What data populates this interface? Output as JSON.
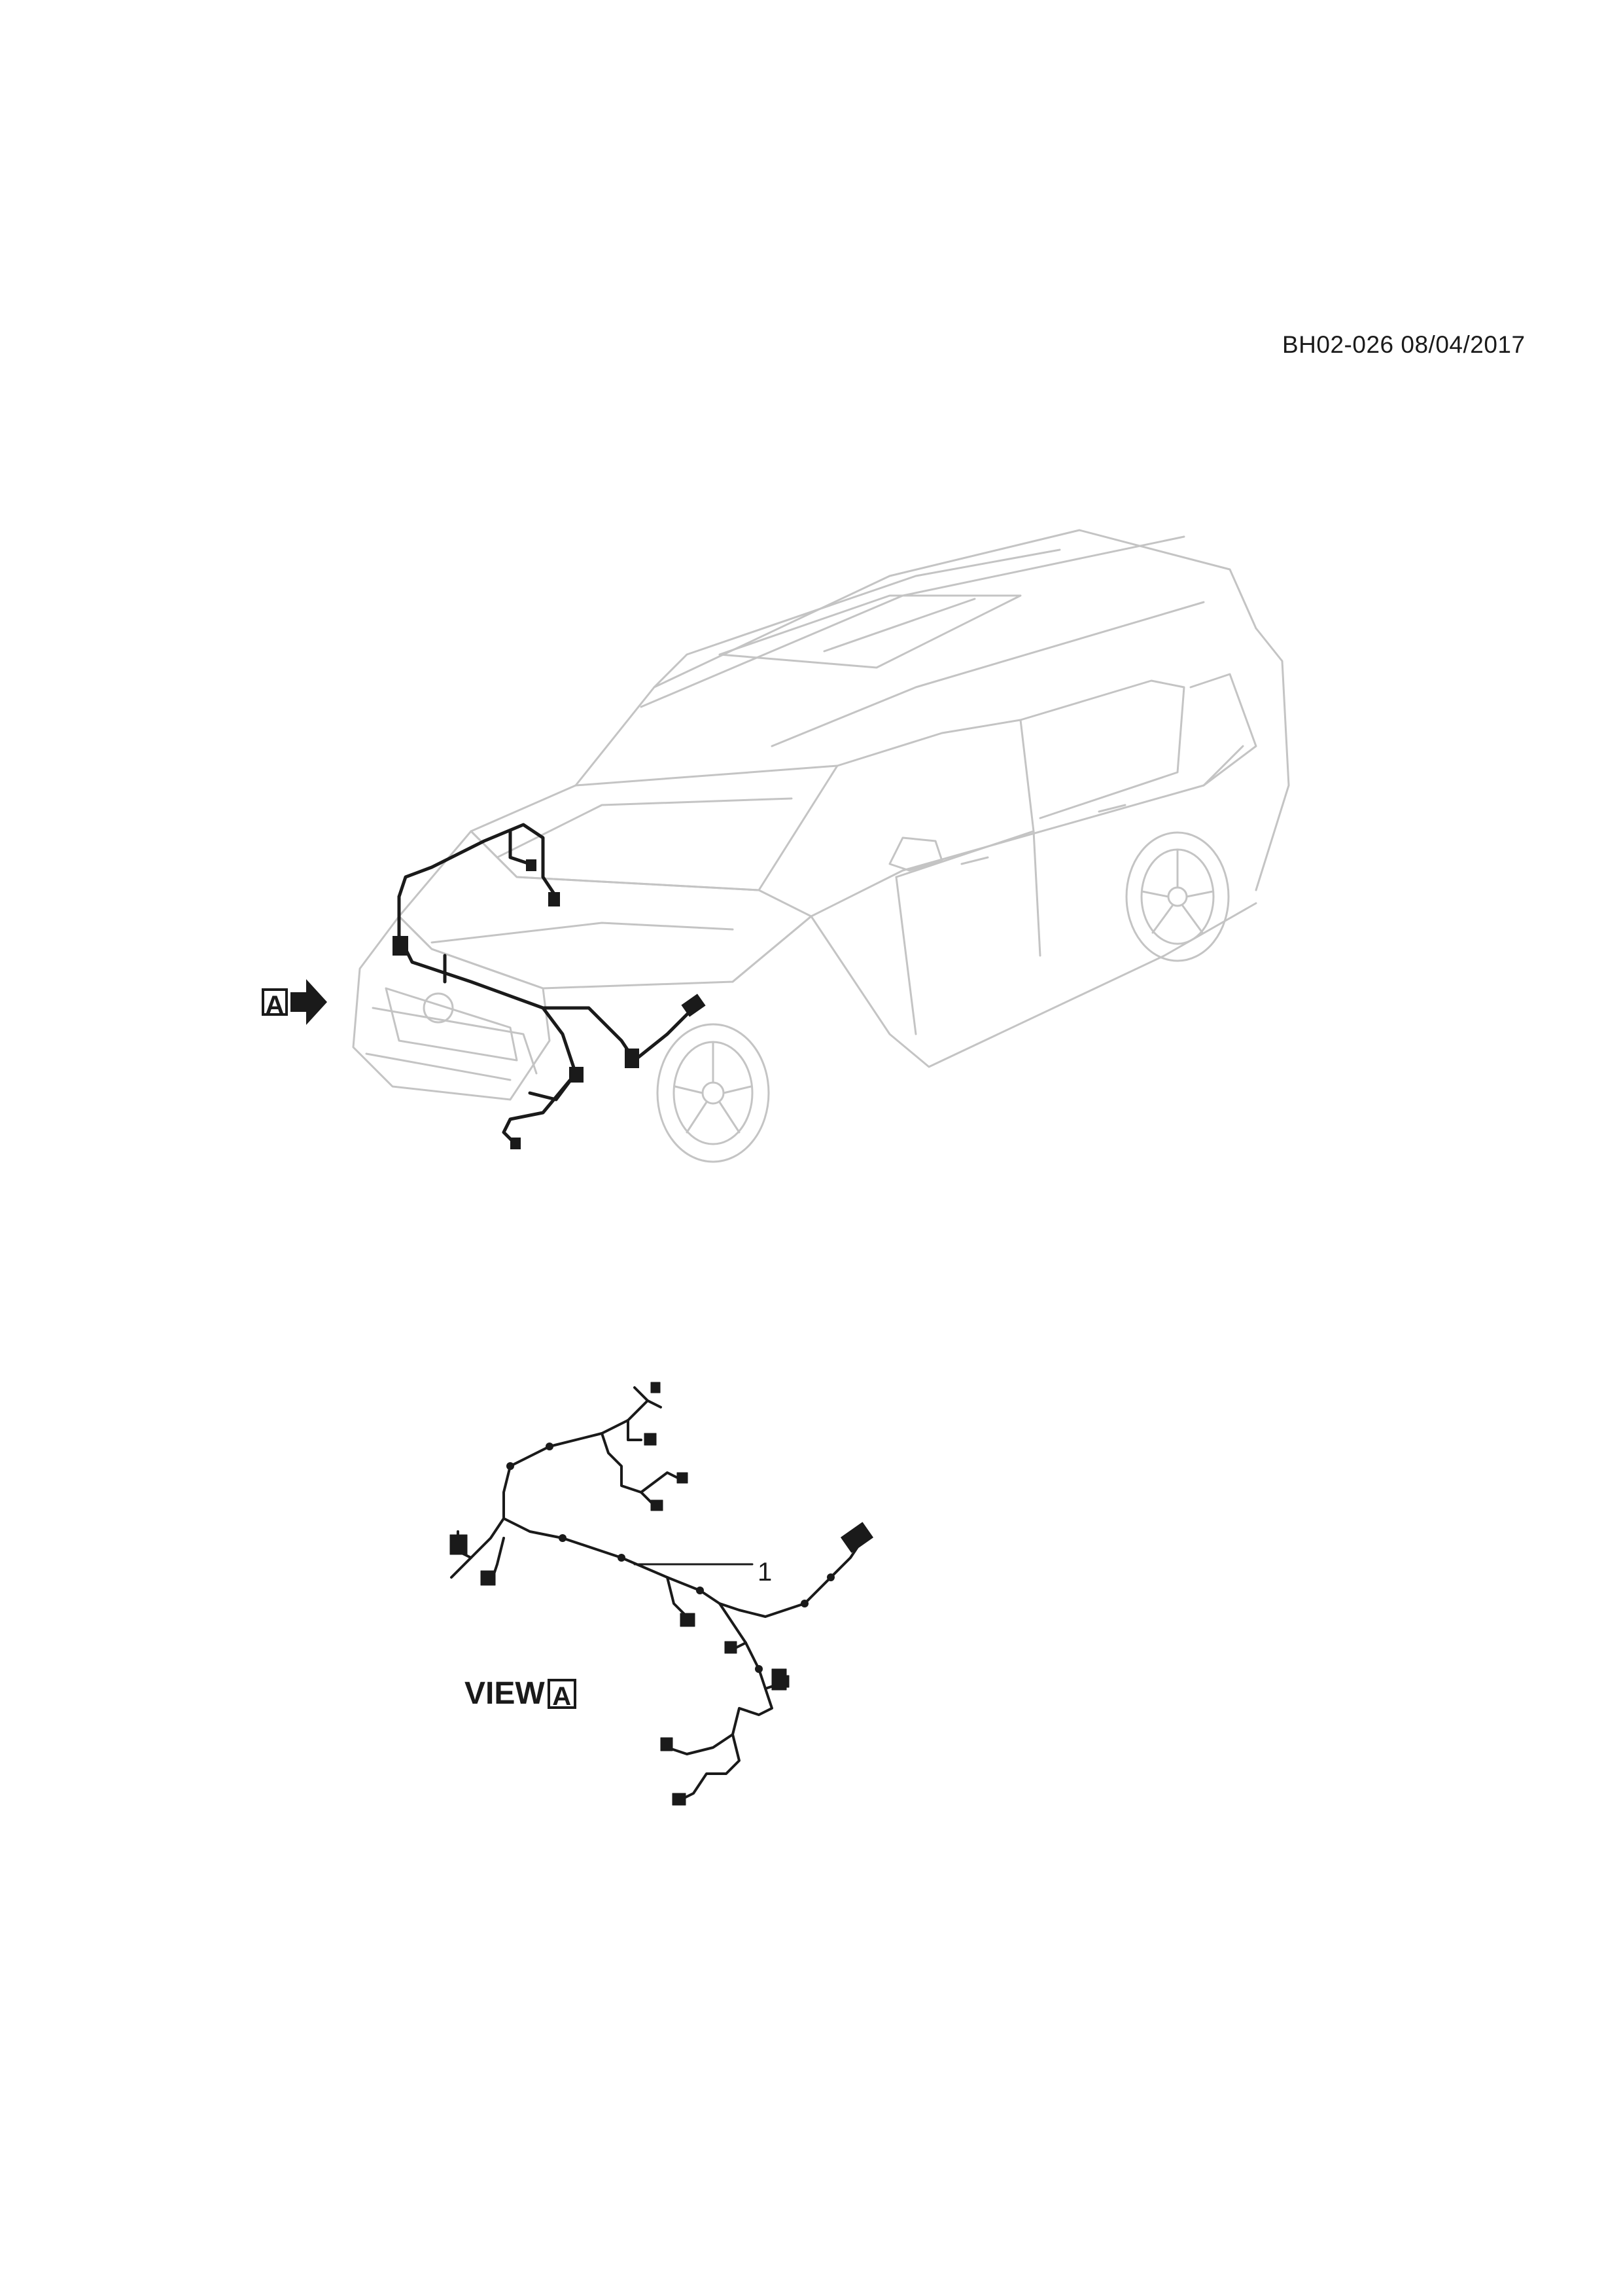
{
  "header": {
    "document_code": "BH02-026 08/04/2017"
  },
  "overview": {
    "view_reference_letter": "A",
    "arrow_icon": "right-arrow-icon"
  },
  "detail": {
    "view_label_text": "VIEW",
    "view_label_letter": "A",
    "callouts": [
      {
        "number": "1"
      }
    ]
  }
}
